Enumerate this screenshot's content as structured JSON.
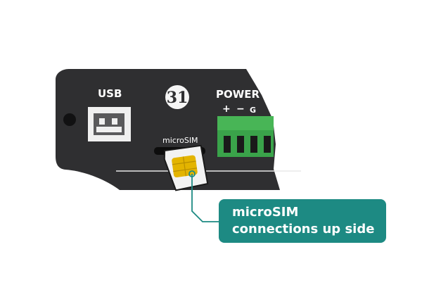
{
  "labels": {
    "usb": "USB",
    "power": "POWER",
    "power_plus": "+",
    "power_minus": "−",
    "power_ground": "G",
    "microsim": "microSIM"
  },
  "logo": {
    "text": "31"
  },
  "callout": {
    "line1": "microSIM",
    "line2": "connections up side"
  },
  "colors": {
    "panel": "#2f2f31",
    "terminal_block": "#3aa34a",
    "callout_bg": "#1d8a83",
    "sim_card": "#f2f2f2",
    "sim_chip": "#e3b400"
  }
}
